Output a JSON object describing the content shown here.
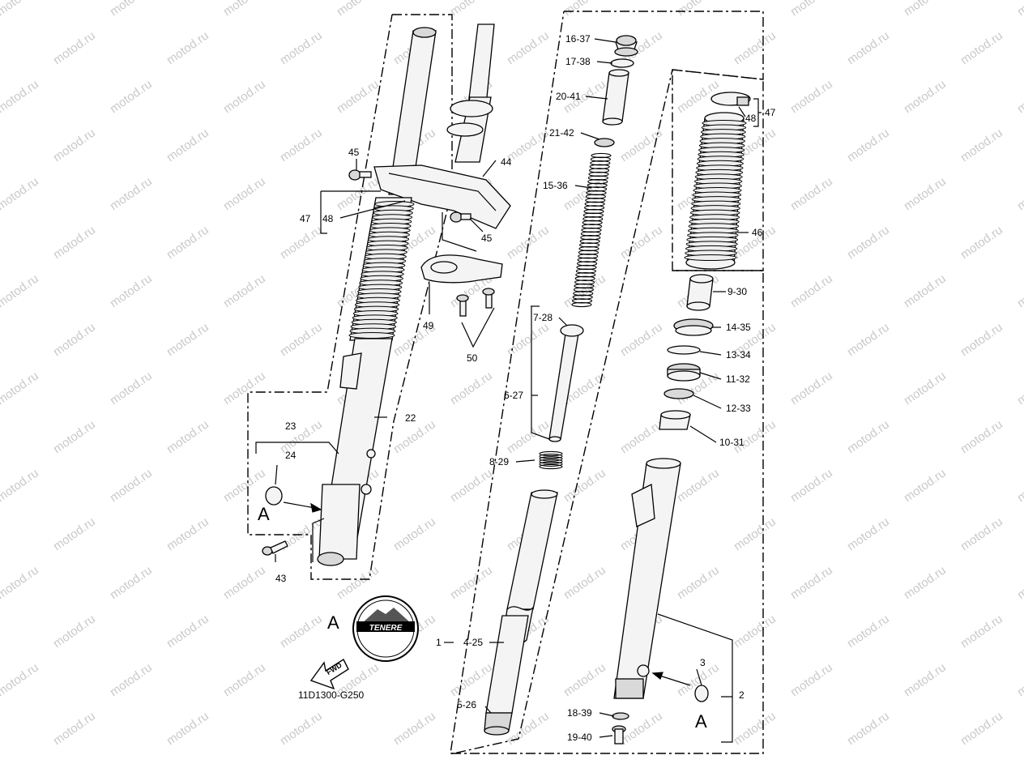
{
  "watermark": "motod.ru",
  "diagram_code": "11D1300-G250",
  "fwd_label": "FWD",
  "logo_text": "TENERE",
  "view_marker": "A",
  "labels": {
    "l1": "1",
    "l2": "2",
    "l3": "3",
    "l4_25": "4-25",
    "l5_26": "5-26",
    "l6_27": "6-27",
    "l7_28": "7-28",
    "l8_29": "8-29",
    "l9_30": "9-30",
    "l10_31": "10-31",
    "l11_32": "11-32",
    "l12_33": "12-33",
    "l13_34": "13-34",
    "l14_35": "14-35",
    "l15_36": "15-36",
    "l16_37": "16-37",
    "l17_38": "17-38",
    "l18_39": "18-39",
    "l19_40": "19-40",
    "l20_41": "20-41",
    "l21_42": "21-42",
    "l22": "22",
    "l23": "23",
    "l24": "24",
    "l43": "43",
    "l44": "44",
    "l45": "45",
    "l46": "46",
    "l47": "47",
    "l48": "48",
    "l49": "49",
    "l50": "50"
  }
}
